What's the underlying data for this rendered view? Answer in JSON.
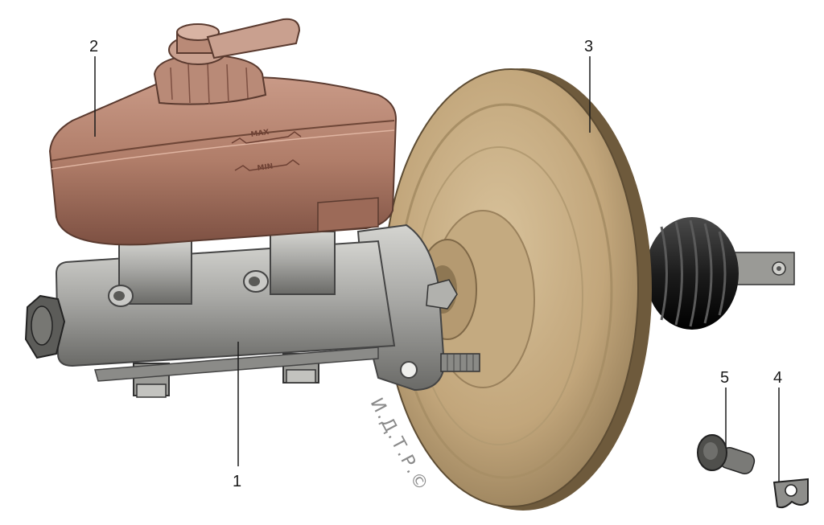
{
  "callouts": {
    "c1": "1",
    "c2": "2",
    "c3": "3",
    "c4": "4",
    "c5": "5"
  },
  "reservoir_marks": {
    "max": "MAX",
    "min": "MIN"
  },
  "watermark": "И.Д.Т.Р.©",
  "colors": {
    "booster": "#c7ad83",
    "booster_dark": "#8e7753",
    "reservoir": "#b4826f",
    "reservoir_dark": "#7d5042",
    "cylinder": "#a9a9a6",
    "cylinder_dark": "#6f6f6c",
    "boot": "#1c1c1c"
  },
  "icons": {
    "booster": "vacuum-booster-icon",
    "reservoir": "reservoir-icon",
    "master_cylinder": "master-cylinder-icon",
    "pin": "clevis-pin-icon",
    "clip": "spring-clip-icon"
  }
}
